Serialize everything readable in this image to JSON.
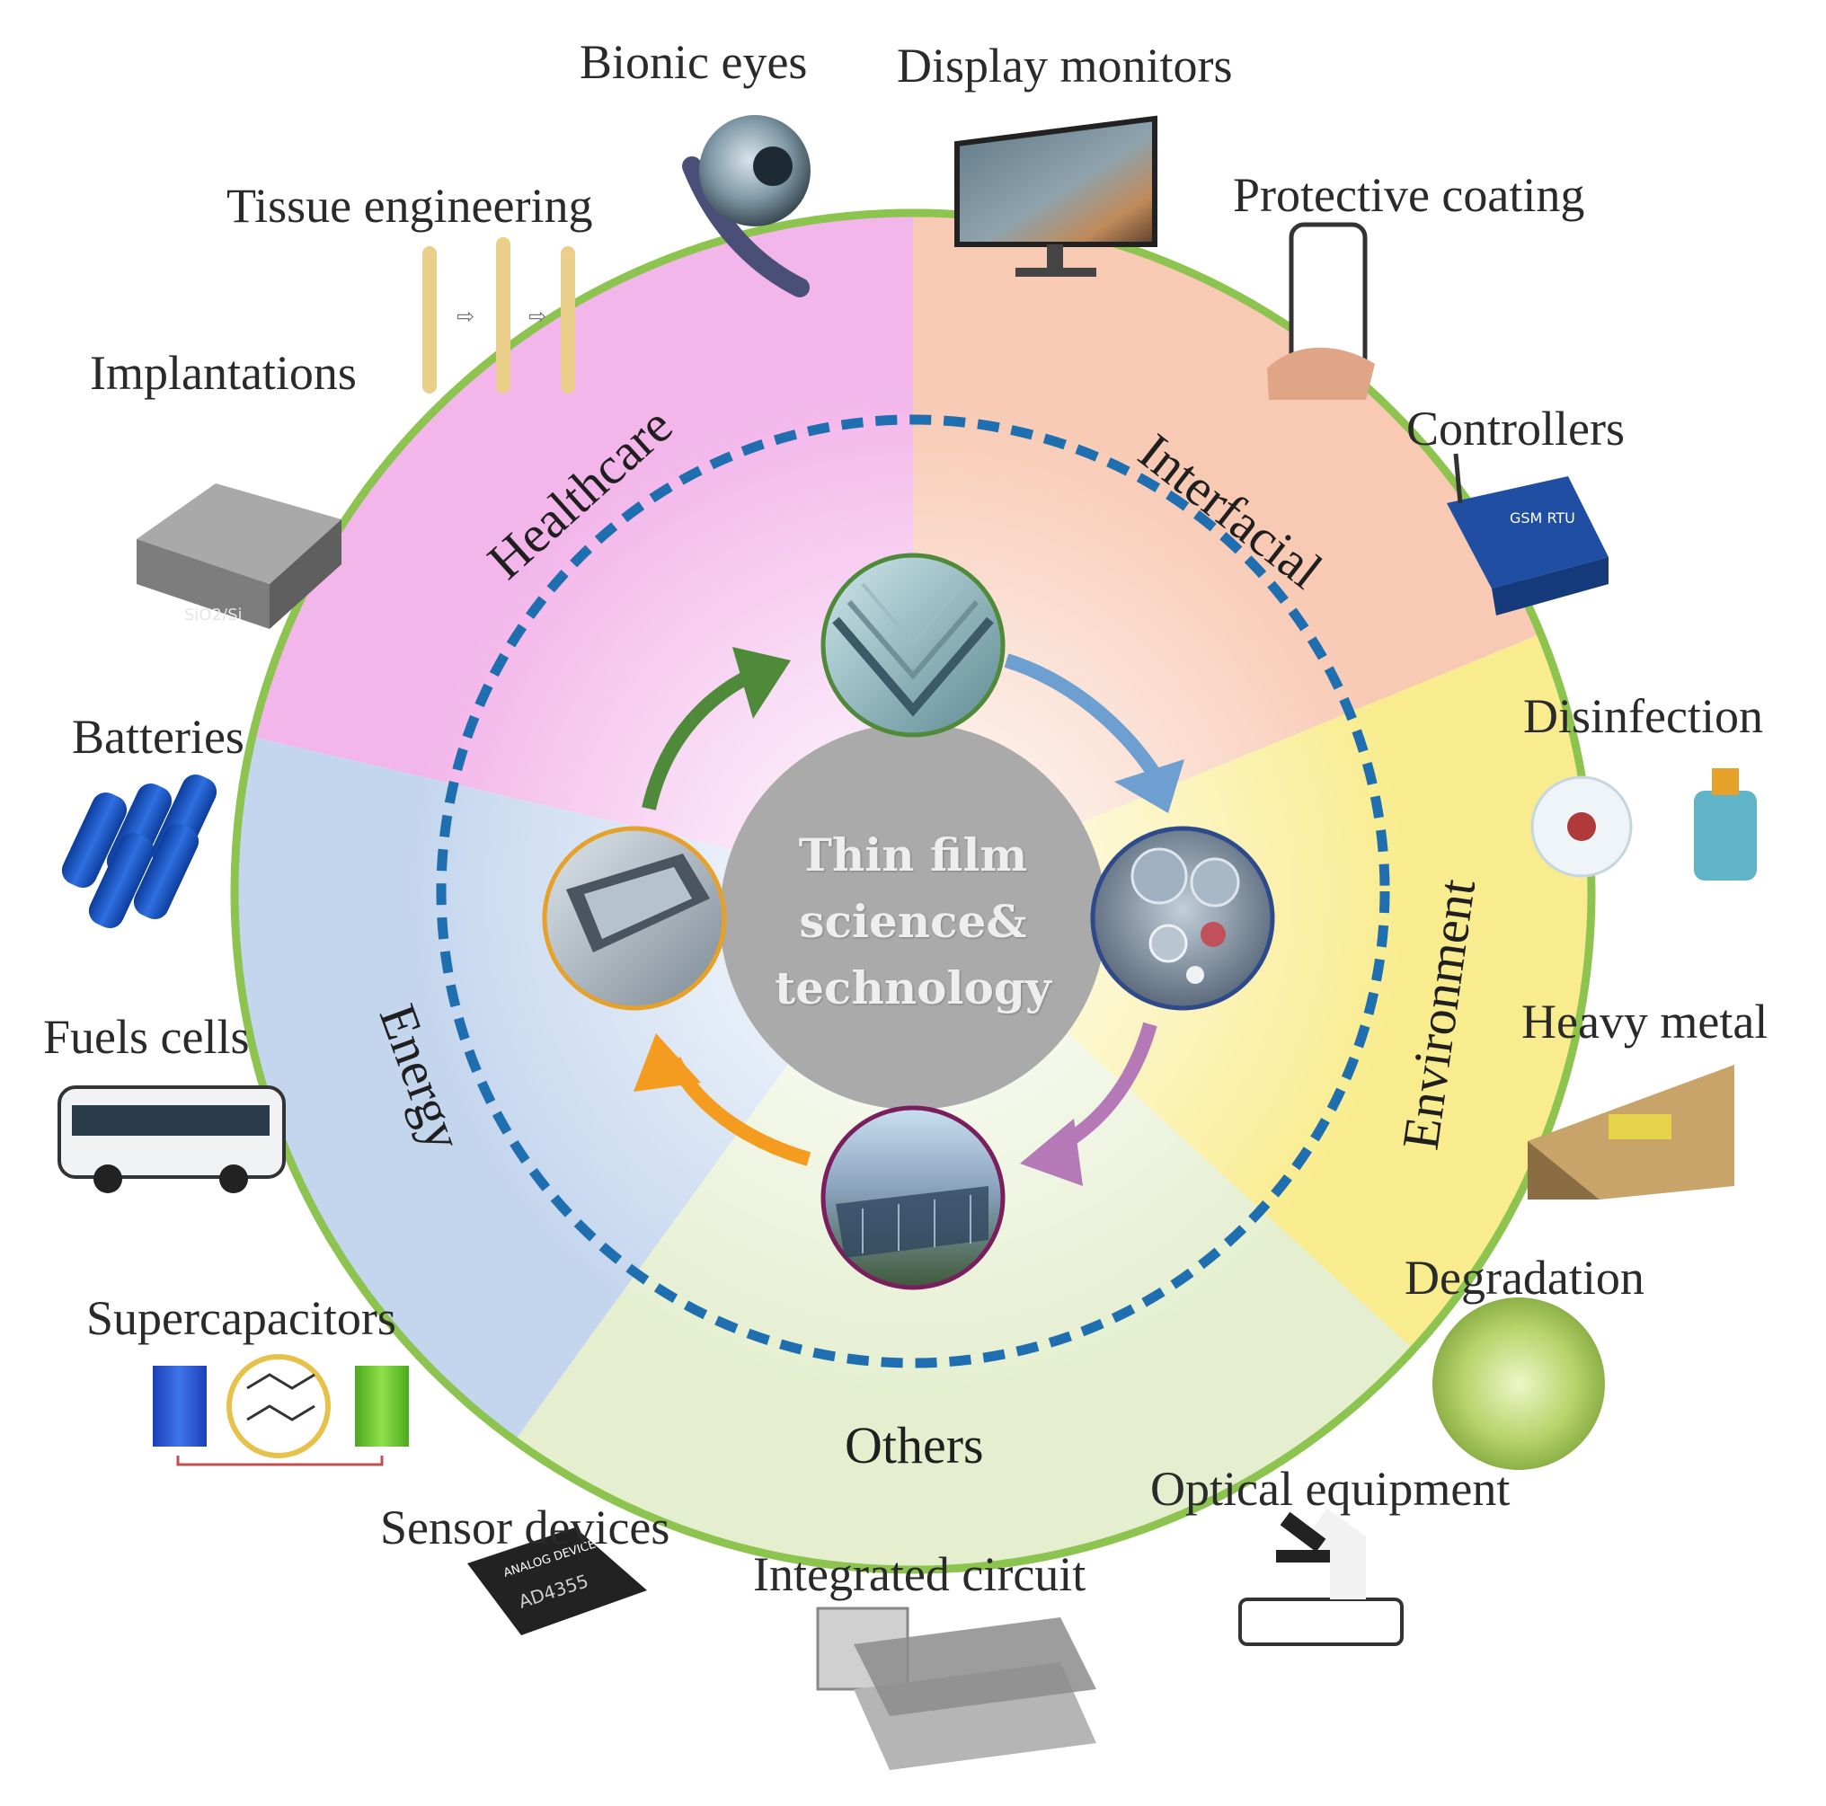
{
  "center": {
    "lines": [
      "Thin film",
      "science&",
      "technology"
    ]
  },
  "sectors": {
    "healthcare": "Healthcare",
    "interfacial": "Interfacial",
    "environment": "Environment",
    "others": "Others",
    "energy": "Energy"
  },
  "applications": {
    "bionic_eyes": "Bionic eyes",
    "display_monitors": "Display monitors",
    "tissue_engineering": "Tissue engineering",
    "protective_coating": "Protective coating",
    "implantations": "Implantations",
    "controllers": "Controllers",
    "batteries": "Batteries",
    "disinfection": "Disinfection",
    "fuels_cells": "Fuels cells",
    "heavy_metal": "Heavy metal",
    "supercapacitors": "Supercapacitors",
    "degradation": "Degradation",
    "optical_equipment": "Optical equipment",
    "sensor_devices": "Sensor devices",
    "integrated_circuit": "Integrated circuit"
  },
  "image_text": {
    "chip_brand": "ANALOG DEVICES",
    "chip_model": "AD4355",
    "controller_brand": "GSM RTU",
    "implant_substrate": "SiO2/Si"
  },
  "colors": {
    "healthcare": "#f3b6ea",
    "interfacial": "#f8c9b3",
    "environment": "#f9ec8e",
    "others": "#e5efd0",
    "energy": "#c4d6ee",
    "outer_ring": "#8dc34f",
    "dashed_ring": "#1f6fb0",
    "arrow_green": "#4e8a3a",
    "arrow_blue": "#6d9fd1",
    "arrow_purple": "#b579b8",
    "arrow_orange": "#f39c1f"
  }
}
